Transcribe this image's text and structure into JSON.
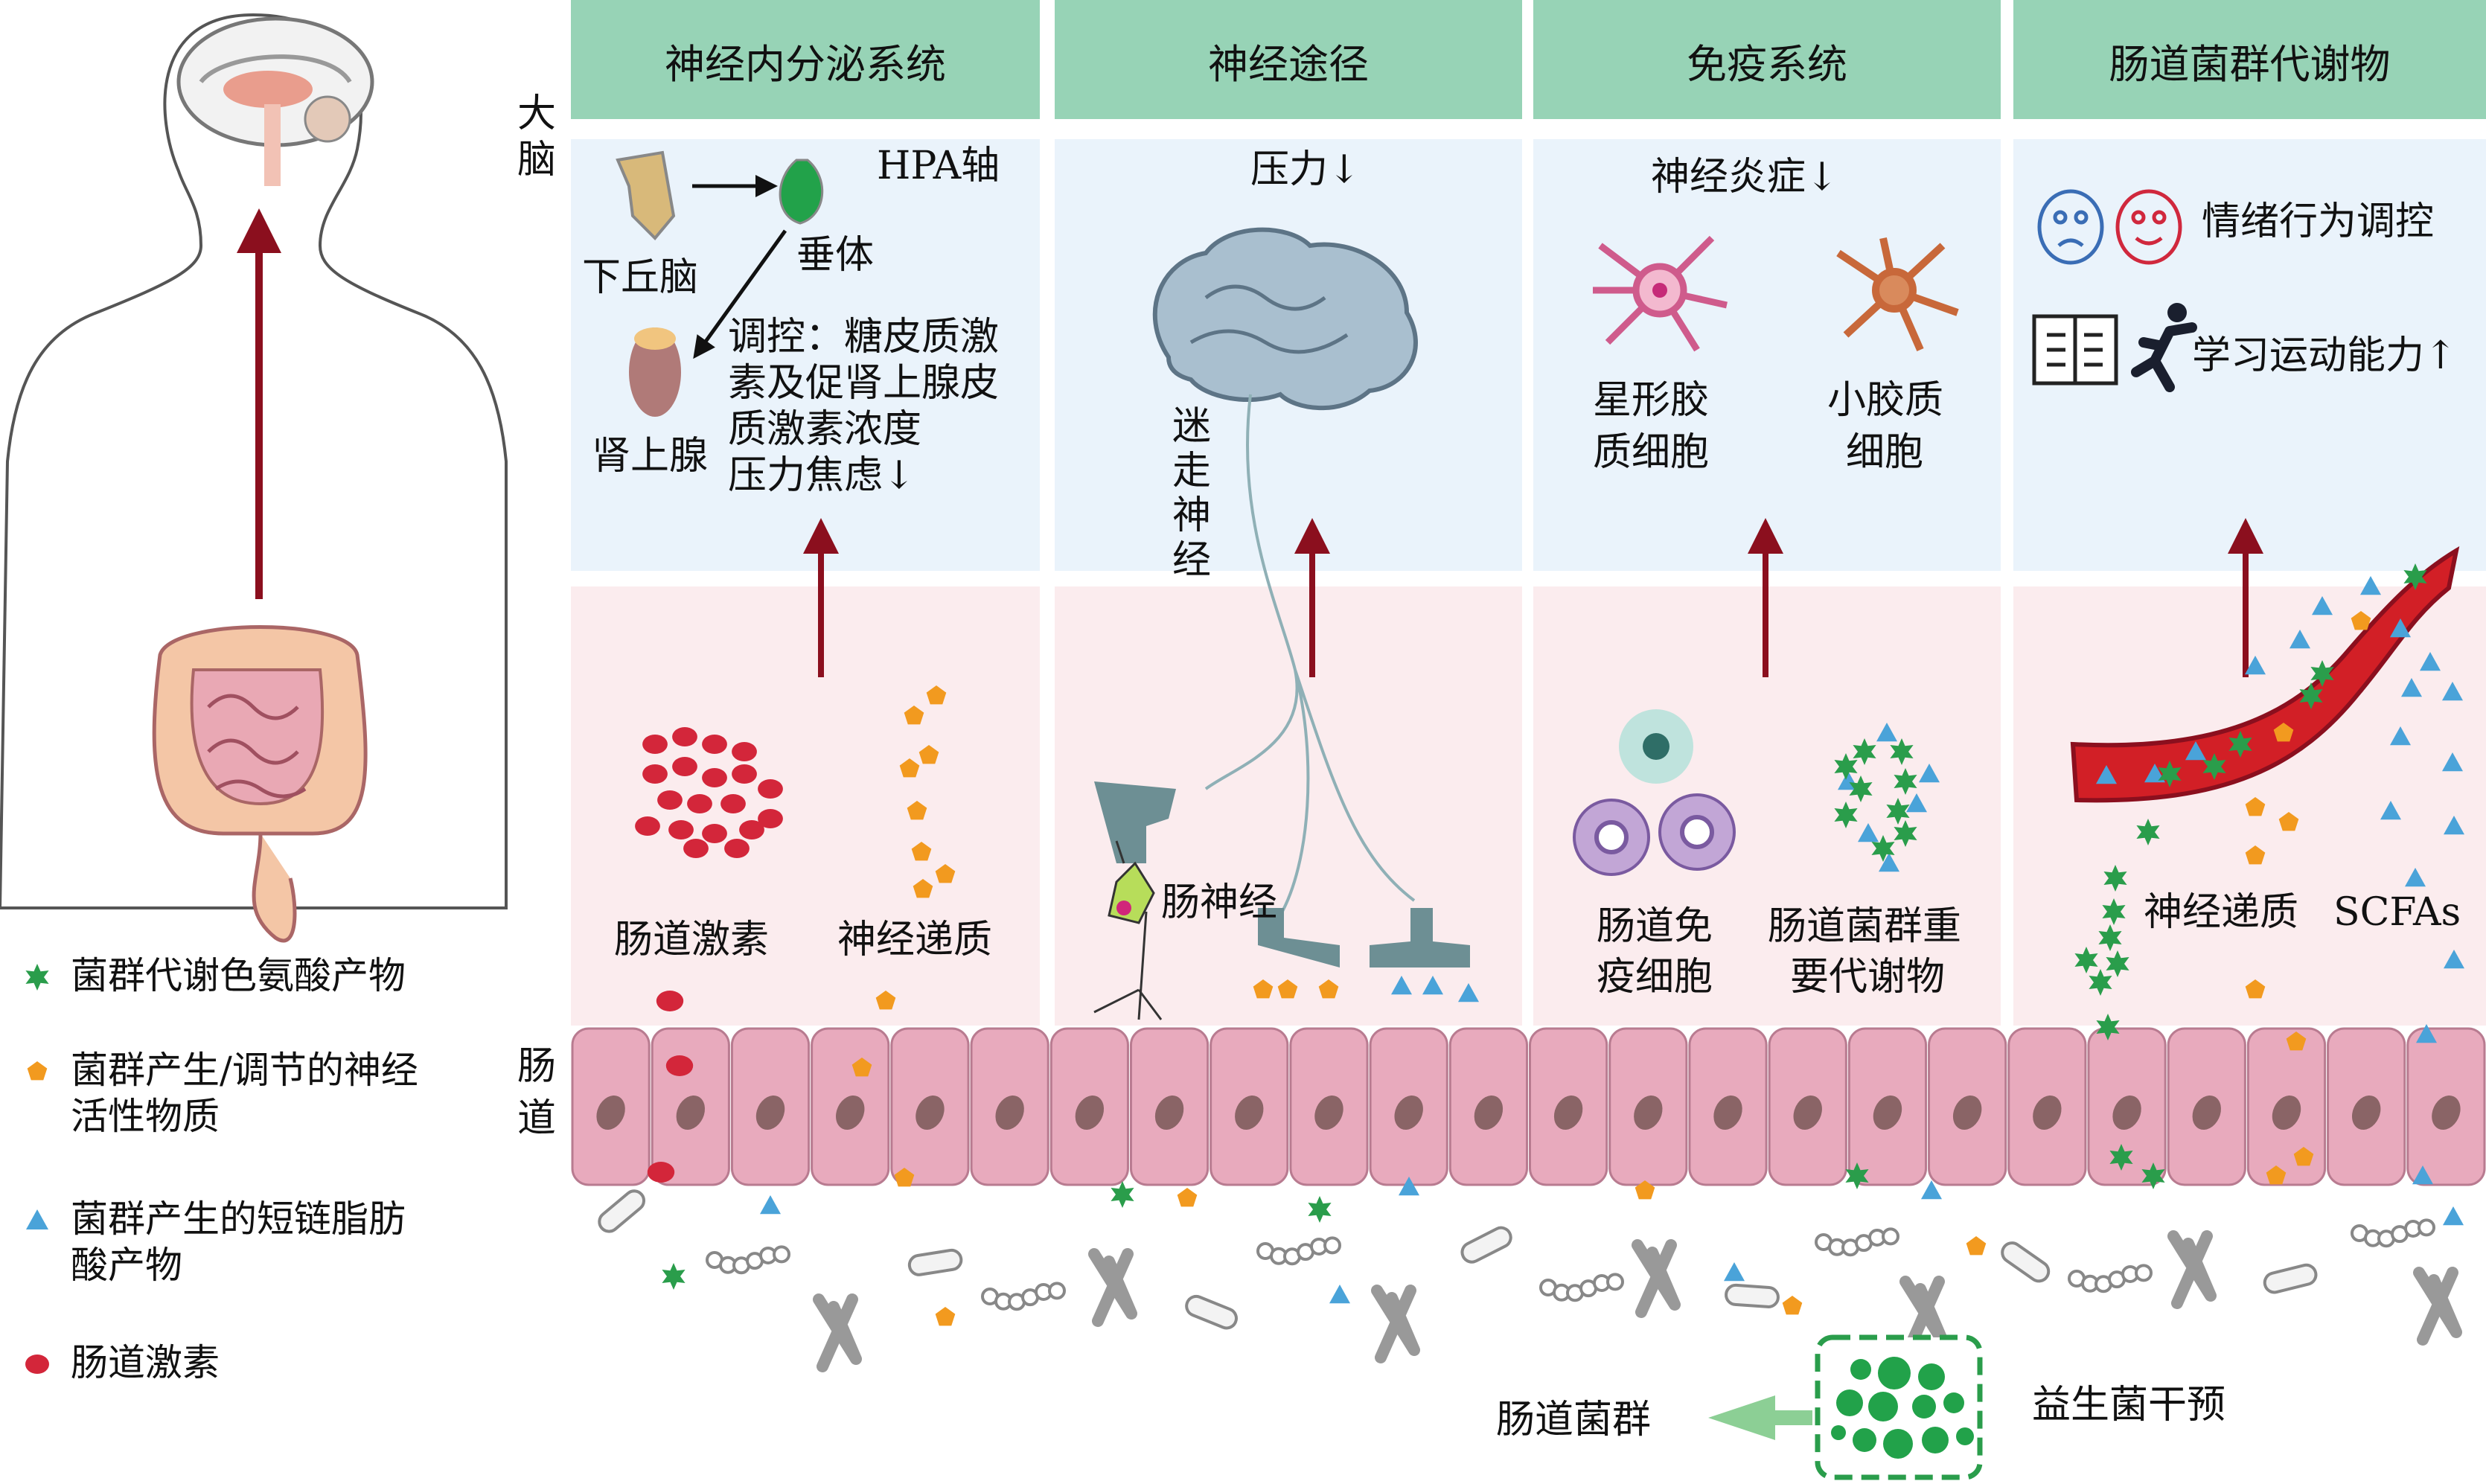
{
  "side_labels": {
    "brain": [
      "大",
      "脑"
    ],
    "gut": [
      "肠",
      "道"
    ]
  },
  "columns": [
    {
      "title": "神经内分泌系统"
    },
    {
      "title": "神经途径"
    },
    {
      "title": "免疫系统"
    },
    {
      "title": "肠道菌群代谢物"
    }
  ],
  "hpa": {
    "title": "HPA轴",
    "hypothalamus": "下丘脑",
    "pituitary": "垂体",
    "adrenal": "肾上腺",
    "effect_lines": [
      "调控：糖皮质激",
      "素及促肾上腺皮",
      "质激素浓度",
      "压力焦虑↓"
    ]
  },
  "neural": {
    "stress": "压力↓",
    "vagus": [
      "迷",
      "走",
      "神",
      "经"
    ],
    "enteric": "肠神经"
  },
  "immune": {
    "inflammation": "神经炎症↓",
    "astrocyte": [
      "星形胶",
      "质细胞"
    ],
    "microglia": [
      "小胶质",
      "细胞"
    ],
    "gut_immune": [
      "肠道免",
      "疫细胞"
    ],
    "metabolites": [
      "肠道菌群重",
      "要代谢物"
    ]
  },
  "metabolite_col": {
    "emotion": "情绪行为调控",
    "learning": "学习运动能力↑",
    "neurotransmitter": "神经递质",
    "scfa": "SCFAs"
  },
  "endocrine_gut": {
    "hormone": "肠道激素",
    "neurotransmitter": "神经递质"
  },
  "bottom": {
    "microbiota": "肠道菌群",
    "probiotic": "益生菌干预"
  },
  "legend": [
    {
      "symbol": "star",
      "color": "#2a9d4b",
      "lines": [
        "菌群代谢色氨酸产物"
      ]
    },
    {
      "symbol": "pentagon",
      "color": "#f29a1f",
      "lines": [
        "菌群产生/调节的神经",
        "活性物质"
      ]
    },
    {
      "symbol": "triangle",
      "color": "#4aa3d9",
      "lines": [
        "菌群产生的短链脂肪",
        "酸产物"
      ]
    },
    {
      "symbol": "oval",
      "color": "#d3263a",
      "lines": [
        "肠道激素"
      ]
    }
  ],
  "colors": {
    "header": "#97d3b6",
    "brain_panel": "#eaf3fb",
    "gut_panel": "#fbecee",
    "arrow": "#8b0f1e",
    "cell": "#e8aabd",
    "nucleus": "#8a6466"
  }
}
